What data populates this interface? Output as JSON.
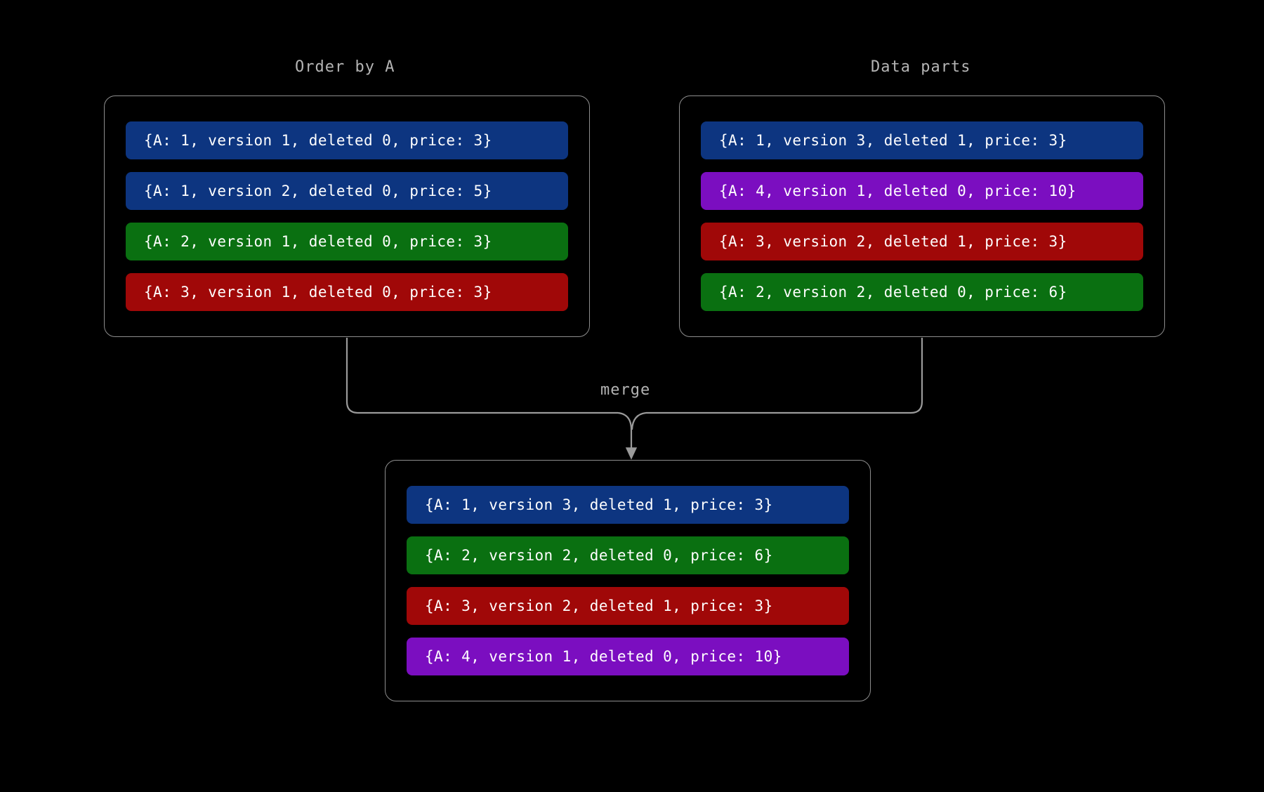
{
  "diagram": {
    "background_color": "#000000",
    "edge_color": "#9a9a9a",
    "box_border_color": "#8e8e8e",
    "label_color": "#b4b4b4",
    "edge_label": "merge"
  },
  "palette": {
    "blue": "#0d3580",
    "green": "#0a7011",
    "red": "#a00808",
    "purple": "#7b0ec0"
  },
  "groups": {
    "left": {
      "title": "Order by A",
      "rows": [
        {
          "text": "{A: 1, version 1, deleted 0, price: 3}",
          "color_key": "blue",
          "color": "#0d3580"
        },
        {
          "text": "{A: 1, version 2, deleted 0, price: 5}",
          "color_key": "blue",
          "color": "#0d3580"
        },
        {
          "text": "{A: 2, version 1, deleted 0, price: 3}",
          "color_key": "green",
          "color": "#0a7011"
        },
        {
          "text": "{A: 3, version 1, deleted 0, price: 3}",
          "color_key": "red",
          "color": "#a00808"
        }
      ]
    },
    "right": {
      "title": "Data parts",
      "rows": [
        {
          "text": "{A: 1, version 3, deleted 1, price: 3}",
          "color_key": "blue",
          "color": "#0d3580"
        },
        {
          "text": "{A: 4, version 1, deleted 0, price: 10}",
          "color_key": "purple",
          "color": "#7b0ec0"
        },
        {
          "text": "{A: 3, version 2, deleted 1, price: 3}",
          "color_key": "red",
          "color": "#a00808"
        },
        {
          "text": "{A: 2, version 2, deleted 0, price: 6}",
          "color_key": "green",
          "color": "#0a7011"
        }
      ]
    },
    "result": {
      "title": "",
      "rows": [
        {
          "text": "{A: 1, version 3, deleted 1, price: 3}",
          "color_key": "blue",
          "color": "#0d3580"
        },
        {
          "text": "{A: 2, version 2, deleted 0, price: 6}",
          "color_key": "green",
          "color": "#0a7011"
        },
        {
          "text": "{A: 3, version 2, deleted 1, price: 3}",
          "color_key": "red",
          "color": "#a00808"
        },
        {
          "text": "{A: 4, version 1, deleted 0, price: 10}",
          "color_key": "purple",
          "color": "#7b0ec0"
        }
      ]
    }
  }
}
